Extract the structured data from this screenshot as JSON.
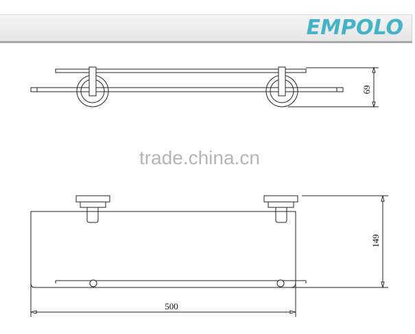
{
  "header": {
    "brand": "EMPOLO",
    "brand_color": "#45b3c7"
  },
  "watermark": "trade.china.cn",
  "drawing": {
    "type": "technical drawing - glass shelf",
    "views": [
      {
        "name": "top-view",
        "dimension_label": "69",
        "dimension_orientation": "vertical"
      },
      {
        "name": "front-view",
        "dimension_labels": {
          "height": "149",
          "width": "500"
        }
      }
    ]
  }
}
